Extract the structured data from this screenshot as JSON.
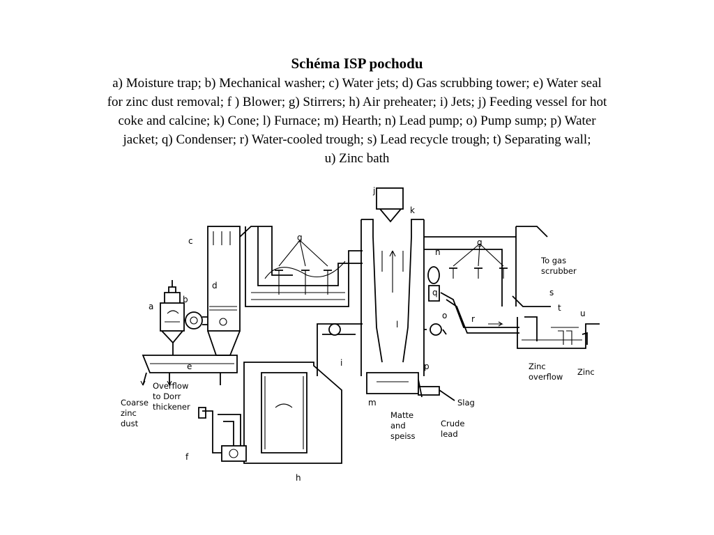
{
  "slide": {
    "title": "Schéma ISP pochodu",
    "legend_lines": [
      "a)  Moisture trap; b)  Mechanical washer; c)  Water jets; d)  Gas scrubbing tower; e)  Water seal",
      "for zinc dust removal; f )  Blower; g)  Stirrers; h)  Air preheater; i)  Jets; j)  Feeding vessel for hot",
      "coke and calcine; k)  Cone; l)  Furnace; m)  Hearth; n)  Lead pump; o)  Pump sump; p)  Water",
      "jacket; q)  Condenser; r)  Water-cooled trough; s)  Lead recycle trough; t)  Separating wall;",
      "u)  Zinc bath"
    ]
  },
  "diagram": {
    "letters": {
      "a": "a",
      "b": "b",
      "c": "c",
      "d": "d",
      "e": "e",
      "f": "f",
      "g": "g",
      "g2": "g",
      "h": "h",
      "i": "i",
      "j": "j",
      "k": "k",
      "l": "l",
      "m": "m",
      "n": "n",
      "o": "o",
      "p": "p",
      "q": "q",
      "r": "r",
      "s": "s",
      "t": "t",
      "u": "u"
    },
    "annotations": {
      "to_gas_1": "To gas",
      "to_gas_2": "scrubber",
      "coarse_1": "Coarse",
      "coarse_2": "zinc",
      "coarse_3": "dust",
      "overflow_1": "Overflow",
      "overflow_2": "to Dorr",
      "overflow_3": "thickener",
      "matte_1": "Matte",
      "matte_2": "and",
      "matte_3": "speiss",
      "crude_1": "Crude",
      "crude_2": "lead",
      "slag": "Slag",
      "zinc_overflow_1": "Zinc",
      "zinc_overflow_2": "overflow",
      "zinc": "Zinc"
    }
  }
}
